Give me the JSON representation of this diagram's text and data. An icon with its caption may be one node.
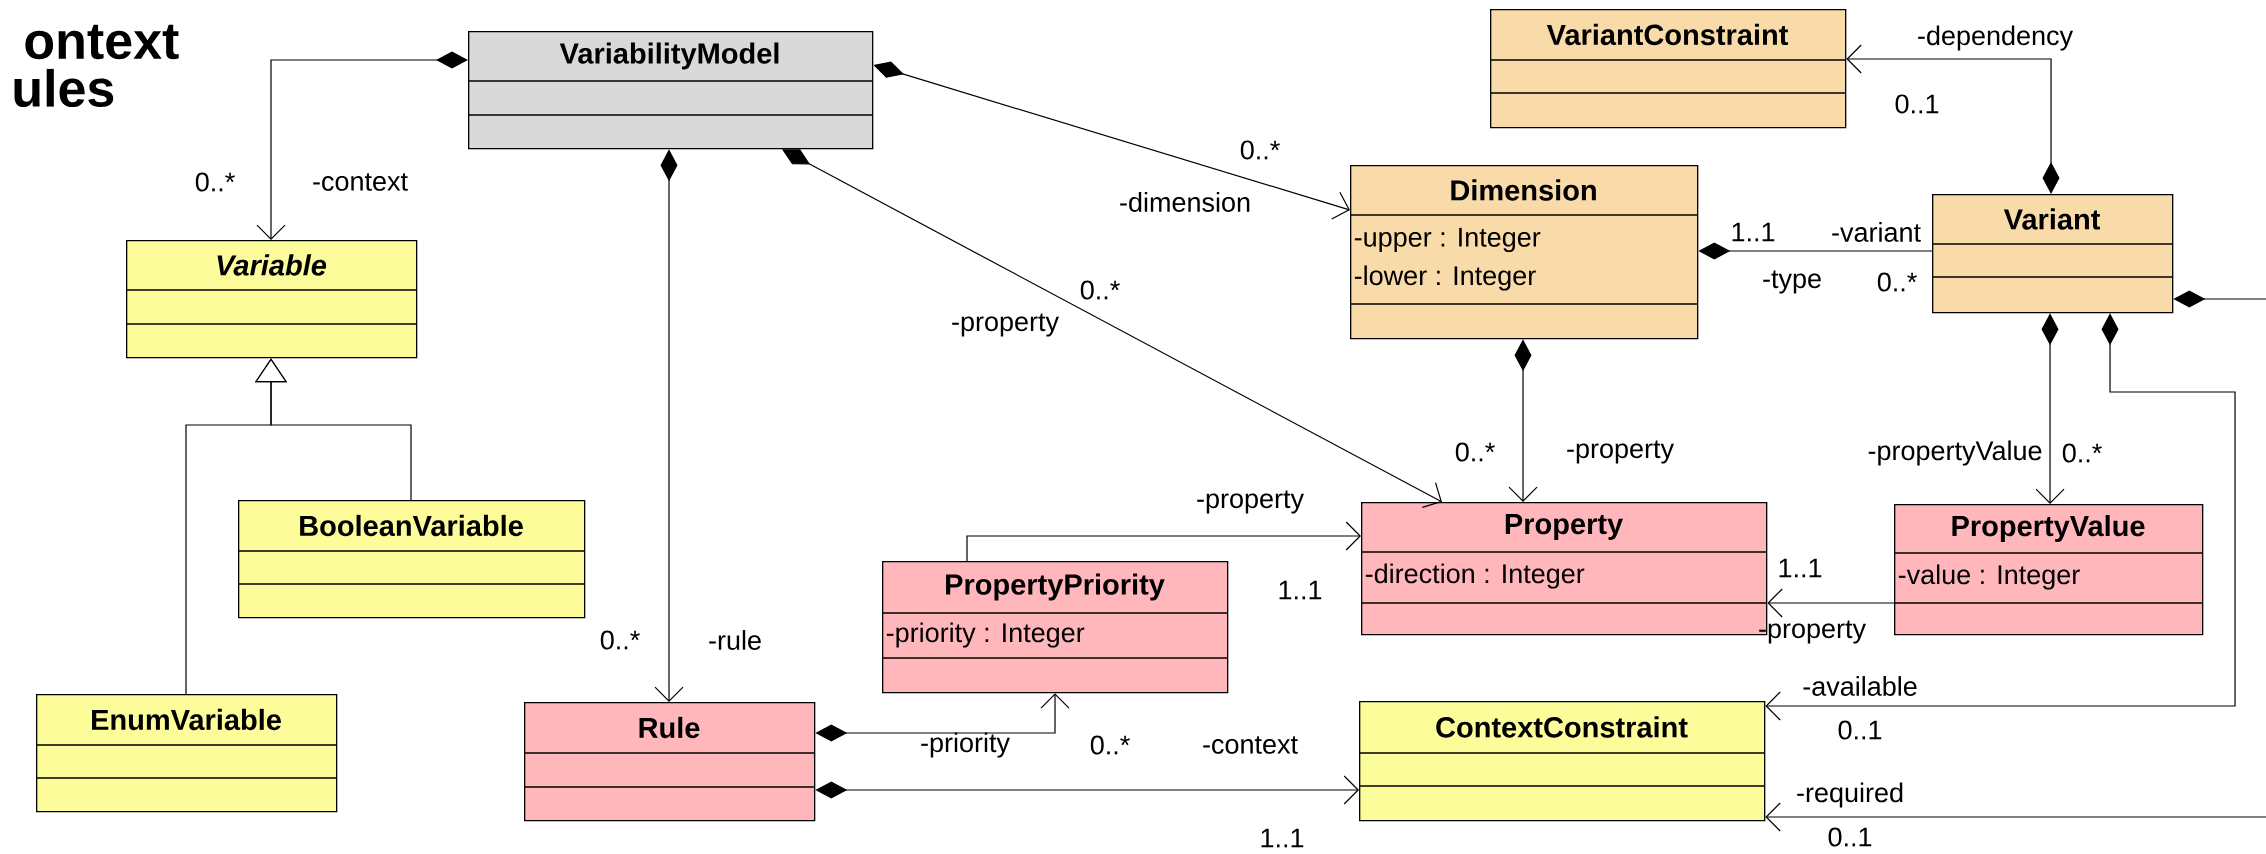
{
  "diagram": {
    "nodes": [
      {
        "text": [
          "VariabilityModel"
        ]
      },
      {
        "text": [
          "VariantConstraint"
        ]
      },
      {
        "text": [
          "Variable"
        ]
      },
      {
        "text": [
          "Dimension",
          "-upper : Integer",
          "-lower : Integer"
        ]
      },
      {
        "text": [
          "Variant"
        ]
      },
      {
        "text": [
          "BooleanVariable"
        ]
      },
      {
        "text": [
          "PropertyPriority",
          "-priority : Integer"
        ]
      },
      {
        "text": [
          "Property",
          "-direction : Integer"
        ]
      },
      {
        "text": [
          "PropertyValue",
          "-value : Integer"
        ]
      },
      {
        "text": [
          "EnumVariable"
        ]
      },
      {
        "text": [
          "Rule"
        ]
      },
      {
        "text": [
          "ContextConstraint"
        ]
      }
    ],
    "edges": [
      {
        "from": 0,
        "to": 2,
        "arrow": "to",
        "label": "-context"
      },
      {
        "from": 0,
        "to": 10,
        "arrow": "to",
        "label": "-rule"
      },
      {
        "from": 0,
        "to": 3,
        "arrow": "to",
        "label": "-dimension"
      },
      {
        "from": 0,
        "to": 7,
        "arrow": "to",
        "label": "-property"
      },
      {
        "from": 4,
        "to": 1,
        "arrow": "to",
        "label": "-dependency"
      },
      {
        "from": 3,
        "to": 4,
        "arrow": "other",
        "label": "-variant"
      },
      {
        "from": 3,
        "to": 7,
        "arrow": "to",
        "label": "-property"
      },
      {
        "from": 4,
        "to": 8,
        "arrow": "to",
        "label": "-propertyValue"
      },
      {
        "from": 6,
        "to": 7,
        "arrow": "to",
        "label": "-property"
      },
      {
        "from": 8,
        "to": 7,
        "arrow": "to",
        "label": "-property"
      },
      {
        "from": 10,
        "to": 6,
        "arrow": "to",
        "label": "-priority"
      },
      {
        "from": 10,
        "to": 11,
        "arrow": "to",
        "label": "-context"
      },
      {
        "from": 4,
        "to": 11,
        "arrow": "to",
        "label": "-available"
      },
      {
        "from": 4,
        "to": 11,
        "arrow": "to",
        "label": "-required"
      },
      {
        "from": 5,
        "to": 2,
        "arrow": "to"
      },
      {
        "from": 9,
        "to": 2,
        "arrow": "to"
      }
    ],
    "labels": [
      "ontext",
      "ules",
      "0..*",
      "0..1",
      "0..*",
      "1..1",
      "0..*",
      "-type",
      "0..*",
      "0..*",
      "0..*",
      "0..*",
      "1..1",
      "1..1",
      "0..*",
      "1..1",
      "0..1",
      "0..1"
    ]
  }
}
